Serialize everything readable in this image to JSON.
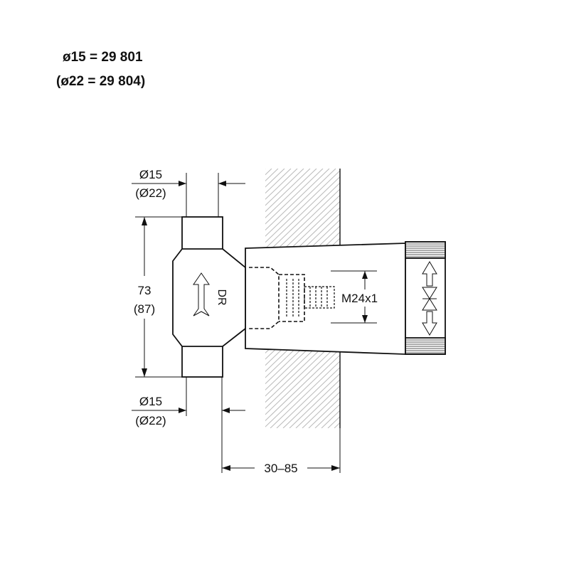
{
  "header": {
    "line1": "ø15 = 29 801",
    "line2": "(ø22 = 29 804)"
  },
  "dimensions": {
    "top_pipe_main": "Ø15",
    "top_pipe_alt": "(Ø22)",
    "height_main": "73",
    "height_alt": "(87)",
    "bottom_pipe_main": "Ø15",
    "bottom_pipe_alt": "(Ø22)",
    "depth": "30–85",
    "thread": "M24x1"
  },
  "body_marking": "DR"
}
